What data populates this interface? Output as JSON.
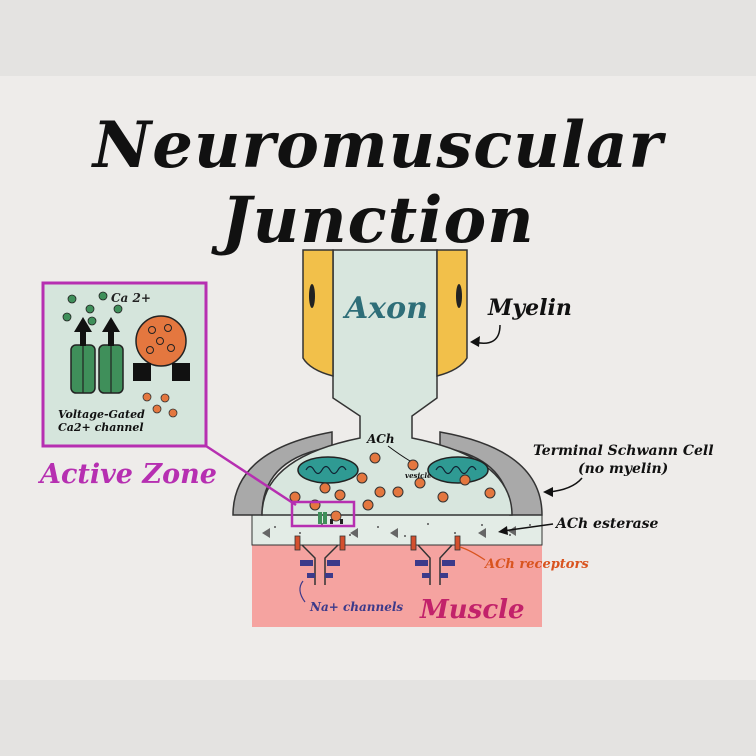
{
  "title": "Neuromuscular Junction",
  "labels": {
    "axon": "Axon",
    "myelin": "Myelin",
    "ach": "ACh",
    "vesicle": "vesicle",
    "schwann_line1": "Terminal Schwann Cell",
    "schwann_line2": "(no myelin)",
    "esterase": "ACh esterase",
    "receptors": "ACh receptors",
    "na_channels": "Na+ channels",
    "muscle": "Muscle",
    "active_zone": "Active Zone",
    "ca": "Ca 2+",
    "vgcc_line1": "Voltage-Gated",
    "vgcc_line2": "Ca2+ channel"
  },
  "colors": {
    "background": "#eeecea",
    "band": "#e4e3e1",
    "axon_fill": "#d8e6de",
    "myelin": "#f2c04a",
    "schwann": "#a9a9a9",
    "mitochondria": "#2f9a93",
    "vesicle": "#e4773f",
    "muscle": "#f5a3a0",
    "receptor": "#d4502e",
    "na_channel": "#3c3a8a",
    "active_zone": "#b62fb1",
    "ca_channel": "#3f8f5a",
    "axon_text": "#2e6e78",
    "muscle_text": "#c2226a",
    "receptor_text": "#d9541f",
    "na_text": "#3c3a8a"
  }
}
